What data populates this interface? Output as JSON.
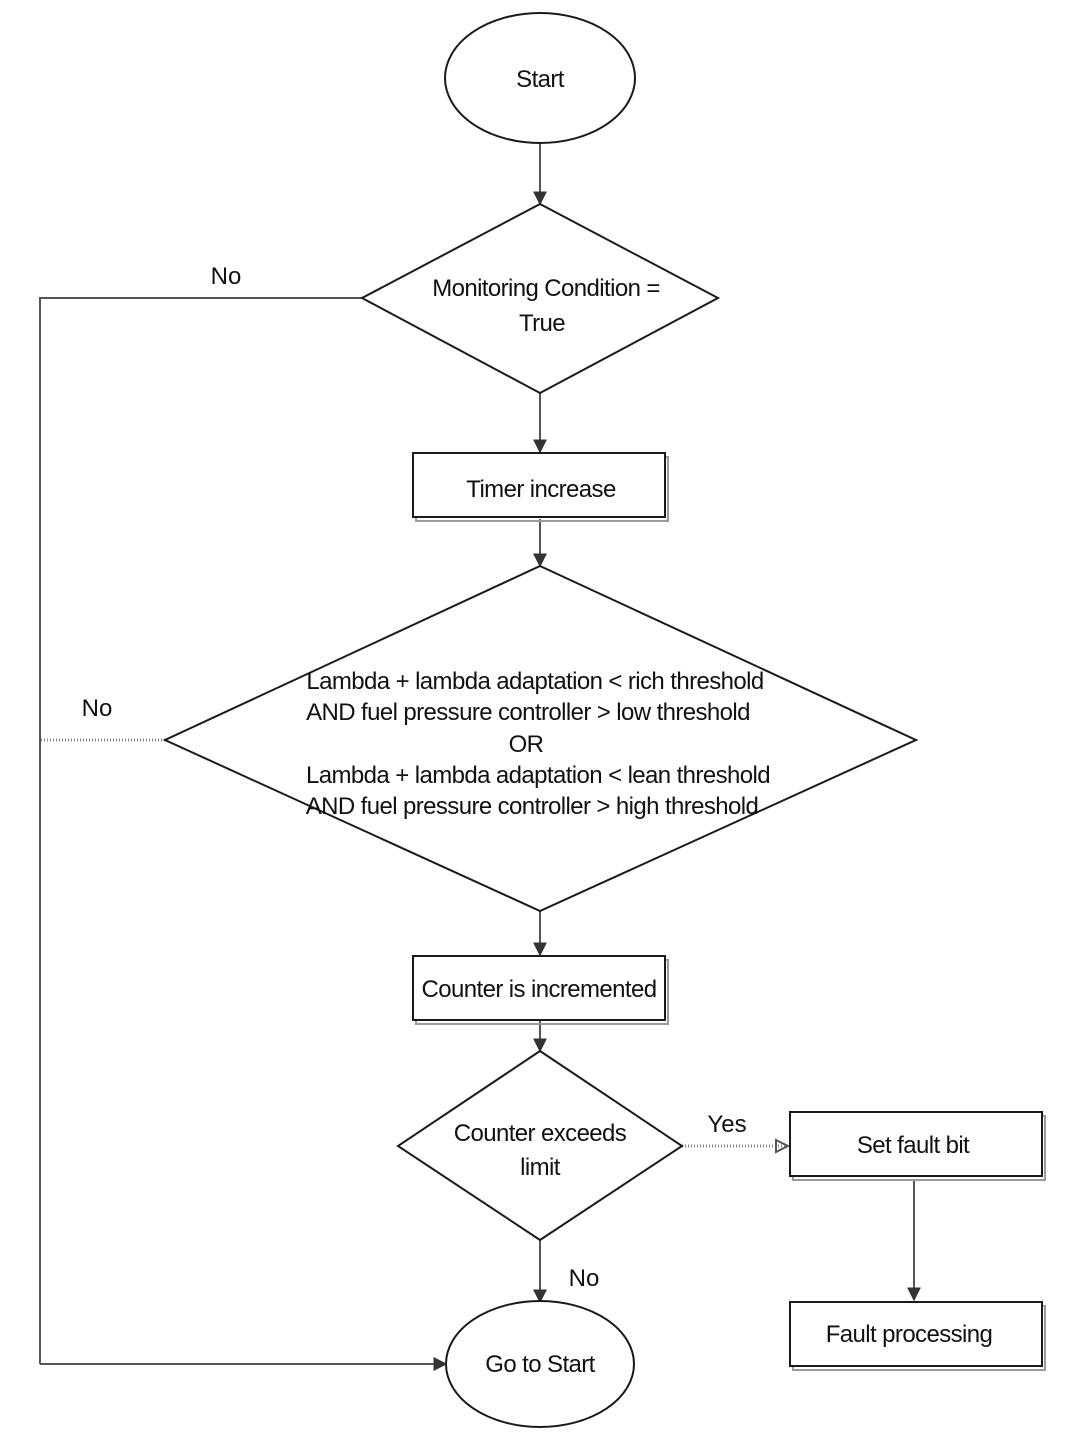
{
  "nodes": {
    "start": {
      "label": "Start",
      "shape": "ellipse"
    },
    "monitoring": {
      "lines": [
        "Monitoring Condition =",
        "True"
      ],
      "shape": "diamond"
    },
    "timer": {
      "label": "Timer increase",
      "shape": "rect"
    },
    "lambda": {
      "lines": [
        "Lambda + lambda adaptation < rich threshold",
        "AND fuel pressure controller > low threshold",
        "OR",
        "Lambda + lambda adaptation < lean threshold",
        "AND fuel pressure controller > high threshold"
      ],
      "shape": "diamond"
    },
    "counter": {
      "label": "Counter is incremented",
      "shape": "rect"
    },
    "exceeds": {
      "lines": [
        "Counter exceeds",
        "limit"
      ],
      "shape": "diamond"
    },
    "fault_bit": {
      "label": "Set fault bit",
      "shape": "rect"
    },
    "fault_processing": {
      "label": "Fault processing",
      "shape": "rect"
    },
    "goto": {
      "label": "Go to Start",
      "shape": "ellipse"
    }
  },
  "edges": {
    "monitoring_no": "No",
    "lambda_no": "No",
    "exceeds_yes": "Yes",
    "exceeds_no": "No"
  },
  "colors": {
    "stroke": "#1a1a1a",
    "connector": "#555555",
    "shadow": "#9a9a9a"
  }
}
